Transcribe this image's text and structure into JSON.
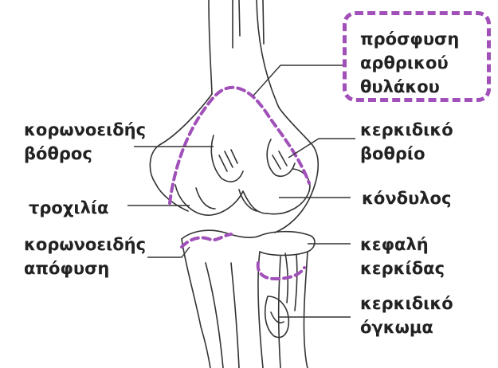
{
  "labels": {
    "capsule_attachment": [
      "πρόσφυση",
      "αρθρικού",
      "θυλάκου"
    ],
    "coronoid_fossa": [
      "κορωνοειδής",
      "βόθρος"
    ],
    "radial_fossa": [
      "κερκιδικό",
      "βοθρίο"
    ],
    "trochlea": "τροχιλία",
    "condyle": "κόνδυλος",
    "coronoid_process": [
      "κορωνοειδής",
      "απόφυση"
    ],
    "radial_head": [
      "κεφαλή",
      "κερκίδας"
    ],
    "radial_tuberosity": [
      "κερκιδικό",
      "όγκωμα"
    ]
  },
  "colors": {
    "capsule_line": "#a050b8",
    "bone_outline": "#333333",
    "text": "#222222"
  }
}
